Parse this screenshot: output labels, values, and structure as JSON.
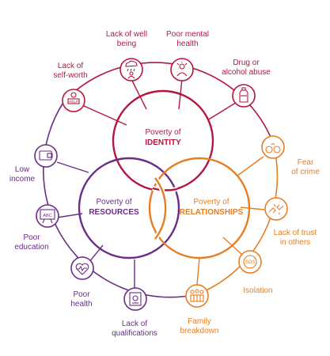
{
  "colors": {
    "identity": "#b5163f",
    "resources": "#6b2c86",
    "relationships": "#e67e22",
    "label": "#555555"
  },
  "centers": {
    "identity": {
      "line1": "Poverty of",
      "line2": "IDENTITY"
    },
    "resources": {
      "line1": "Poverty of",
      "line2": "RESOURCES"
    },
    "relationships": {
      "line1": "Poverty of",
      "line2": "RELATIONSHIPS"
    }
  },
  "items": {
    "wellbeing": {
      "label1": "Lack of well",
      "label2": "being",
      "icon": "rain-cloud-person-icon"
    },
    "mental": {
      "label1": "Poor mental",
      "label2": "health",
      "icon": "stressed-person-icon"
    },
    "drug": {
      "label1": "Drug or",
      "label2": "alcohol abuse",
      "icon": "bottle-icon"
    },
    "selfworth": {
      "label1": "Lack of",
      "label2": "self-worth",
      "icon": "help-sign-person-icon"
    },
    "income": {
      "label1": "Low",
      "label2": "income",
      "icon": "wallet-icon"
    },
    "education": {
      "label1": "Poor",
      "label2": "education",
      "icon": "abc-board-icon"
    },
    "health": {
      "label1": "Poor",
      "label2": "health",
      "icon": "heartbeat-icon"
    },
    "qualifications": {
      "label1": "Lack of",
      "label2": "qualifications",
      "icon": "certificate-icon"
    },
    "family": {
      "label1": "Family",
      "label2": "breakdown",
      "icon": "family-icon"
    },
    "isolation": {
      "label1": "Isolation",
      "label2": "",
      "icon": "sos-icon"
    },
    "trust": {
      "label1": "Lack of trust",
      "label2": "in others",
      "icon": "broken-handshake-icon"
    },
    "crime": {
      "label1": "Fear",
      "label2": "of crime",
      "icon": "handcuffs-icon"
    }
  }
}
